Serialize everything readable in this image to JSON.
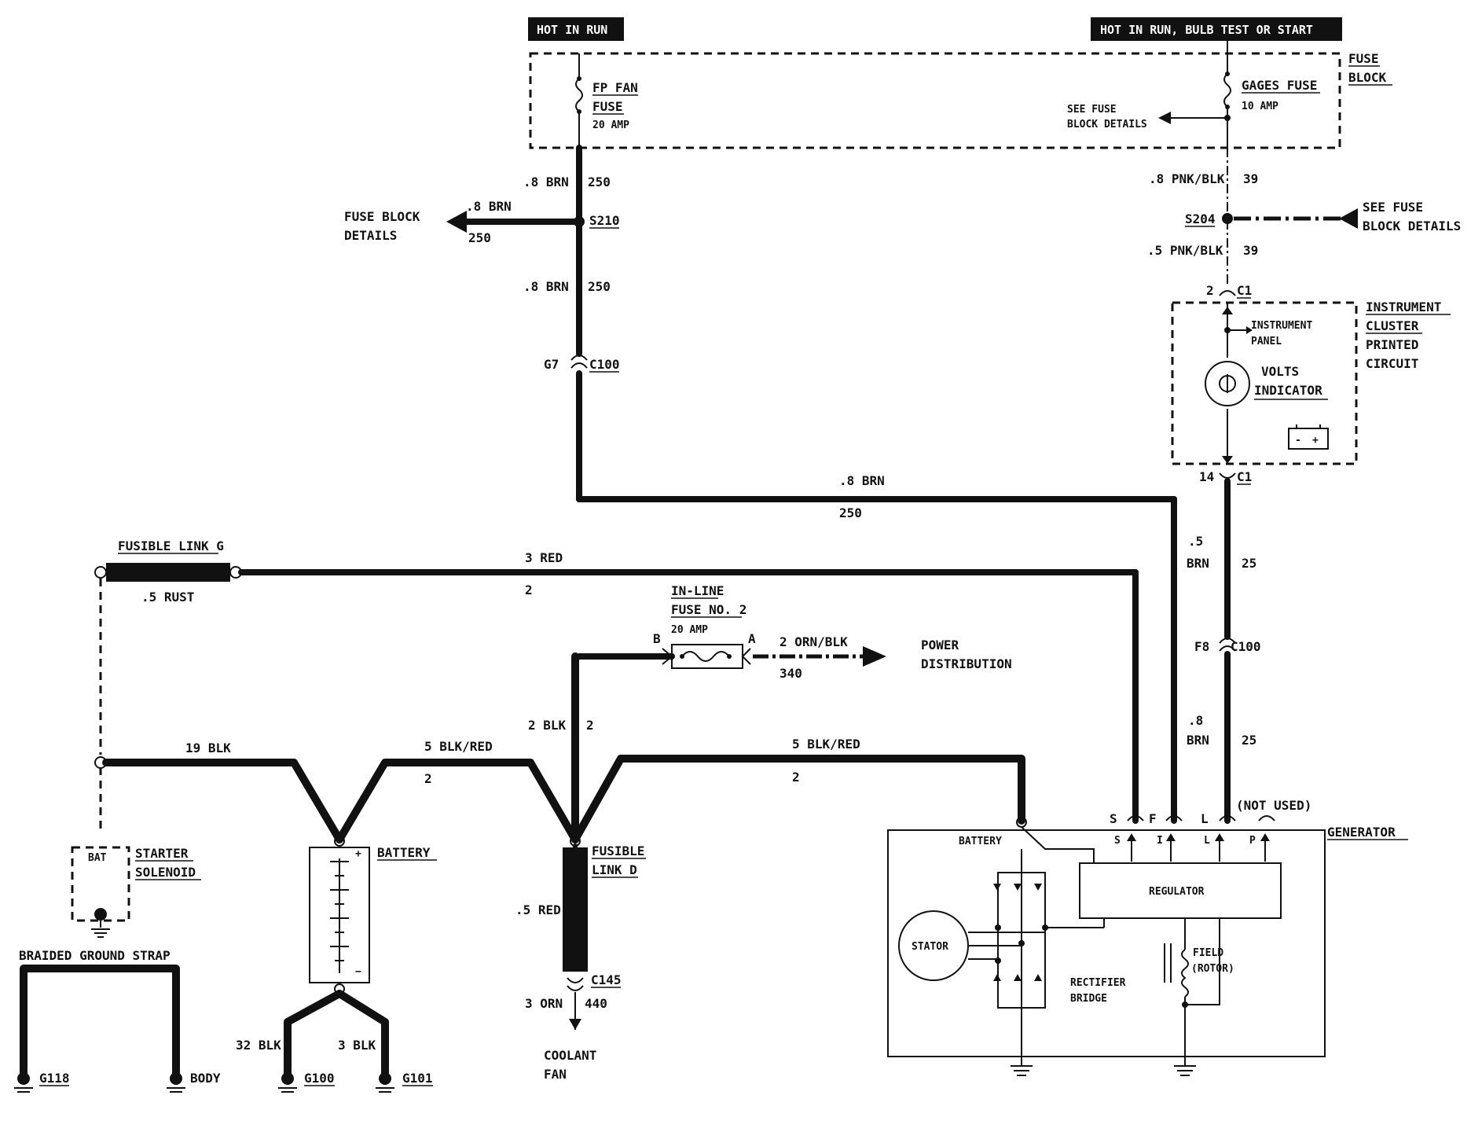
{
  "headers": {
    "left": "HOT IN RUN",
    "right": "HOT IN RUN, BULB TEST OR START"
  },
  "fuse_block": {
    "title_line1": "FUSE",
    "title_line2": "BLOCK"
  },
  "fp_fan_fuse": {
    "line1": "FP FAN",
    "line2": "FUSE",
    "rating": "20 AMP"
  },
  "gages_fuse": {
    "name": "GAGES FUSE",
    "rating": "10 AMP"
  },
  "see_fuse_small": {
    "line1": "SEE FUSE",
    "line2": "BLOCK DETAILS"
  },
  "see_fuse_right": {
    "line1": "SEE FUSE",
    "line2": "BLOCK DETAILS"
  },
  "fuse_block_details": {
    "line1": "FUSE BLOCK",
    "line2": "DETAILS"
  },
  "brown_circuit": {
    "w_top_label": ".8 BRN",
    "w_top_num": "250",
    "branch_label": ".8 BRN",
    "branch_num": "250",
    "splice": "S210",
    "w_mid_label": ".8 BRN",
    "w_mid_num": "250",
    "conn_pin": "G7",
    "conn_name": "C100",
    "w_horiz_label": ".8 BRN",
    "w_horiz_num": "250"
  },
  "pink_circuit": {
    "w_top_label": ".8 PNK/BLK",
    "w_top_num": "39",
    "splice": "S204",
    "w_bot_label": ".5 PNK/BLK",
    "w_bot_num": "39",
    "c1_top_pin": "2",
    "c1_top_name": "C1"
  },
  "instrument_cluster": {
    "title": [
      "INSTRUMENT",
      "CLUSTER",
      "PRINTED",
      "CIRCUIT"
    ],
    "panel": [
      "INSTRUMENT",
      "PANEL"
    ],
    "volts": [
      "VOLTS",
      "INDICATOR"
    ],
    "c1_bot_pin": "14",
    "c1_bot_name": "C1"
  },
  "l_circuit": {
    "w1_size": ".5",
    "w1_color": "BRN",
    "w1_num": "25",
    "conn_pin": "F8",
    "conn_name": "C100",
    "w2_size": ".8",
    "w2_color": "BRN",
    "w2_num": "25"
  },
  "fusible_link_g": {
    "name": "FUSIBLE LINK G",
    "wire": ".5 RUST"
  },
  "red_circuit": {
    "label": "3 RED",
    "num": "2"
  },
  "inline_fuse": {
    "line1": "IN-LINE",
    "line2": "FUSE NO. 2",
    "rating": "20 AMP",
    "pin_b": "B",
    "pin_a": "A"
  },
  "power_dist": {
    "wire": "2 ORN/BLK",
    "num": "340",
    "line1": "POWER",
    "line2": "DISTRIBUTION"
  },
  "wires_lower": {
    "blk19": "19 BLK",
    "blkred_left": "5 BLK/RED",
    "blkred_left_num": "2",
    "blk2": "2 BLK",
    "blk2_num": "2",
    "blkred_right": "5 BLK/RED",
    "blkred_right_num": "2"
  },
  "starter": {
    "bat": "BAT",
    "line1": "STARTER",
    "line2": "SOLENOID"
  },
  "battery": {
    "name": "BATTERY",
    "plus": "+",
    "minus": "−"
  },
  "fusible_link_d": {
    "line1": "FUSIBLE",
    "line2": "LINK D",
    "wire": ".5 RED",
    "conn": "C145",
    "out_wire": "3 ORN",
    "out_num": "440",
    "dest1": "COOLANT",
    "dest2": "FAN"
  },
  "grounds": {
    "strap": "BRAIDED GROUND STRAP",
    "g118": "G118",
    "body": "BODY",
    "blk32": "32 BLK",
    "blk3": "3 BLK",
    "g100": "G100",
    "g101": "G101"
  },
  "generator": {
    "name": "GENERATOR",
    "not_used": "(NOT USED)",
    "pins_out": [
      "S",
      "F",
      "L"
    ],
    "pins_in": [
      "S",
      "I",
      "L",
      "P"
    ],
    "battery": "BATTERY",
    "regulator": "REGULATOR",
    "stator": "STATOR",
    "rect1": "RECTIFIER",
    "rect2": "BRIDGE",
    "field1": "FIELD",
    "field2": "(ROTOR)"
  }
}
